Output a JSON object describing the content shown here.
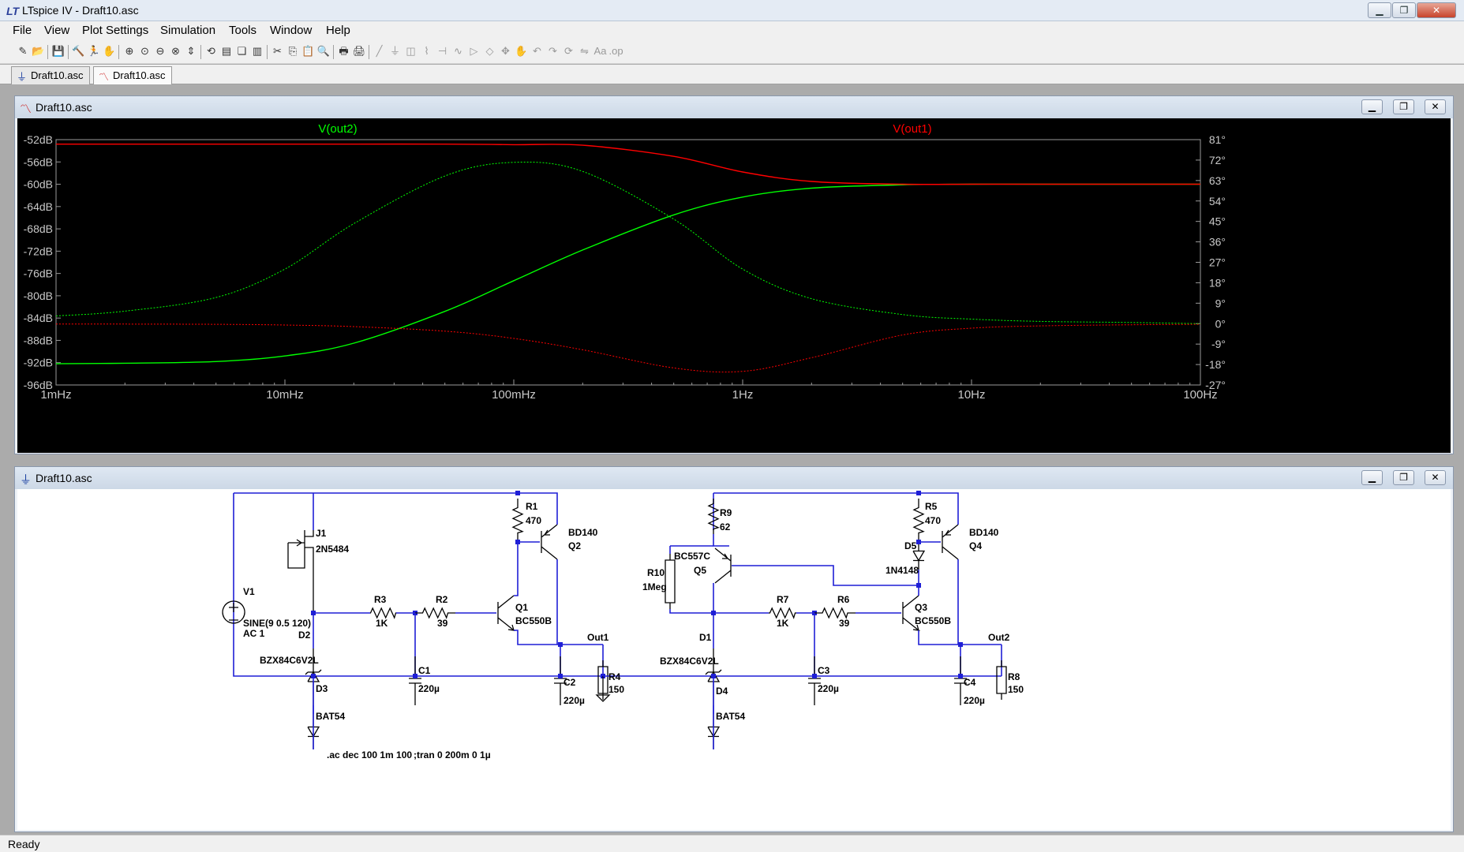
{
  "window": {
    "title": "LTspice IV - Draft10.asc",
    "minimize": "▁",
    "restore": "❐",
    "close": "✕"
  },
  "menu": [
    "File",
    "View",
    "Plot Settings",
    "Simulation",
    "Tools",
    "Window",
    "Help"
  ],
  "toolbar_icons": [
    "new-schematic-icon",
    "open-icon",
    "save-icon",
    "control-panel-icon",
    "run-icon",
    "pan-icon",
    "zoom-in-icon",
    "zoom-full-icon",
    "zoom-out-icon",
    "cancel-zoom-icon",
    "autorange-icon",
    "reset-icon",
    "tile-horizontal-icon",
    "cascade-icon",
    "tile-vertical-icon",
    "cut-icon",
    "copy-icon",
    "paste-icon",
    "find-icon",
    "print-setup-icon",
    "print-icon",
    "wire-icon",
    "ground-icon",
    "label-icon",
    "resistor-icon",
    "capacitor-icon",
    "inductor-icon",
    "diode-icon",
    "component-icon",
    "move-icon",
    "drag-icon",
    "undo-icon",
    "redo-icon",
    "rotate-icon",
    "mirror-icon",
    "text-icon",
    "spice-directive-icon"
  ],
  "tabs": [
    {
      "label": "Draft10.asc",
      "icon": "schematic-icon"
    },
    {
      "label": "Draft10.asc",
      "icon": "waveform-icon"
    }
  ],
  "plot_window": {
    "title": "Draft10.asc",
    "trace_labels": [
      {
        "name": "V(out2)",
        "color": "#00ff00"
      },
      {
        "name": "V(out1)",
        "color": "#ff0000"
      }
    ]
  },
  "chart_data": {
    "type": "line",
    "title": "",
    "x_scale": "log",
    "xlim": [
      0.001,
      100
    ],
    "x_ticks": [
      "1mHz",
      "10mHz",
      "100mHz",
      "1Hz",
      "10Hz",
      "100Hz"
    ],
    "y_ticks_left": [
      "-52dB",
      "-56dB",
      "-60dB",
      "-64dB",
      "-68dB",
      "-72dB",
      "-76dB",
      "-80dB",
      "-84dB",
      "-88dB",
      "-92dB",
      "-96dB"
    ],
    "y_ticks_right": [
      "81°",
      "72°",
      "63°",
      "54°",
      "45°",
      "36°",
      "27°",
      "18°",
      "9°",
      "0°",
      "-9°",
      "-18°",
      "-27°"
    ],
    "ylim_db": [
      -96,
      -52
    ],
    "ylim_phase": [
      -27,
      81
    ],
    "x": [
      0.001,
      0.002,
      0.005,
      0.01,
      0.02,
      0.05,
      0.1,
      0.2,
      0.5,
      1,
      2,
      5,
      10,
      20,
      50,
      100
    ],
    "series": [
      {
        "name": "V(out2)",
        "color": "#00ff00",
        "kind": "magnitude_db",
        "values": [
          -92.2,
          -92.1,
          -91.8,
          -90.8,
          -88.5,
          -82.8,
          -77.3,
          -71.8,
          -65.5,
          -62.3,
          -60.7,
          -60.1,
          -60,
          -60,
          -60,
          -60
        ]
      },
      {
        "name": "V(out2)",
        "color": "#00ff00",
        "kind": "phase_deg",
        "values": [
          3.4,
          5.5,
          11.5,
          24,
          44,
          65,
          71,
          67,
          46,
          24,
          11,
          4,
          2,
          1,
          0.5,
          0
        ]
      },
      {
        "name": "V(out1)",
        "color": "#ff0000",
        "kind": "magnitude_db",
        "values": [
          -52.8,
          -52.8,
          -52.8,
          -52.8,
          -52.8,
          -52.8,
          -52.9,
          -53.0,
          -55.0,
          -57.8,
          -59.5,
          -60,
          -60,
          -60,
          -60,
          -60
        ]
      },
      {
        "name": "V(out1)",
        "color": "#ff0000",
        "kind": "phase_deg",
        "values": [
          -0.2,
          -0.2,
          -0.3,
          -0.6,
          -1.3,
          -3.3,
          -6.5,
          -11.5,
          -19.5,
          -21,
          -15,
          -5,
          -2,
          -1,
          -0.5,
          -0.3
        ]
      }
    ]
  },
  "schematic_window": {
    "title": "Draft10.asc",
    "labels": {
      "v1": "V1",
      "v1_spec": "SINE(9 0.5 120)",
      "v1_ac": "AC 1",
      "j1": "J1",
      "j1_model": "2N5484",
      "d2": "D2",
      "d2_model": "BZX84C6V2L",
      "d3": "D3",
      "d3_model": "BAT54",
      "r3": "R3",
      "r3_val": "1K",
      "r2": "R2",
      "r2_val": "39",
      "c1": "C1",
      "c1_val": "220µ",
      "r1": "R1",
      "r1_val": "470",
      "q1": "Q1",
      "q1_model": "BC550B",
      "q2": "Q2",
      "q2_model": "BD140",
      "out1": "Out1",
      "c2": "C2",
      "c2_val": "220µ",
      "r4": "R4",
      "r4_val": "150",
      "r9": "R9",
      "r9_val": "62",
      "q5": "Q5",
      "q5_model": "BC557C",
      "r10": "R10",
      "r10_val": "1Meg",
      "d1": "D1",
      "d1_model": "BZX84C6V2L",
      "d4": "D4",
      "d4_model": "BAT54",
      "r7": "R7",
      "r7_val": "1K",
      "r6": "R6",
      "r6_val": "39",
      "c3": "C3",
      "c3_val": "220µ",
      "r5": "R5",
      "r5_val": "470",
      "d5": "D5",
      "d5_model": "1N4148",
      "q3": "Q3",
      "q3_model": "BC550B",
      "q4": "Q4",
      "q4_model": "BD140",
      "out2": "Out2",
      "c4": "C4",
      "c4_val": "220µ",
      "r8": "R8",
      "r8_val": "150",
      "directive_ac": ".ac dec 100 1m 100",
      "directive_tran": ";tran 0 200m 0 1µ"
    }
  },
  "status": "Ready"
}
